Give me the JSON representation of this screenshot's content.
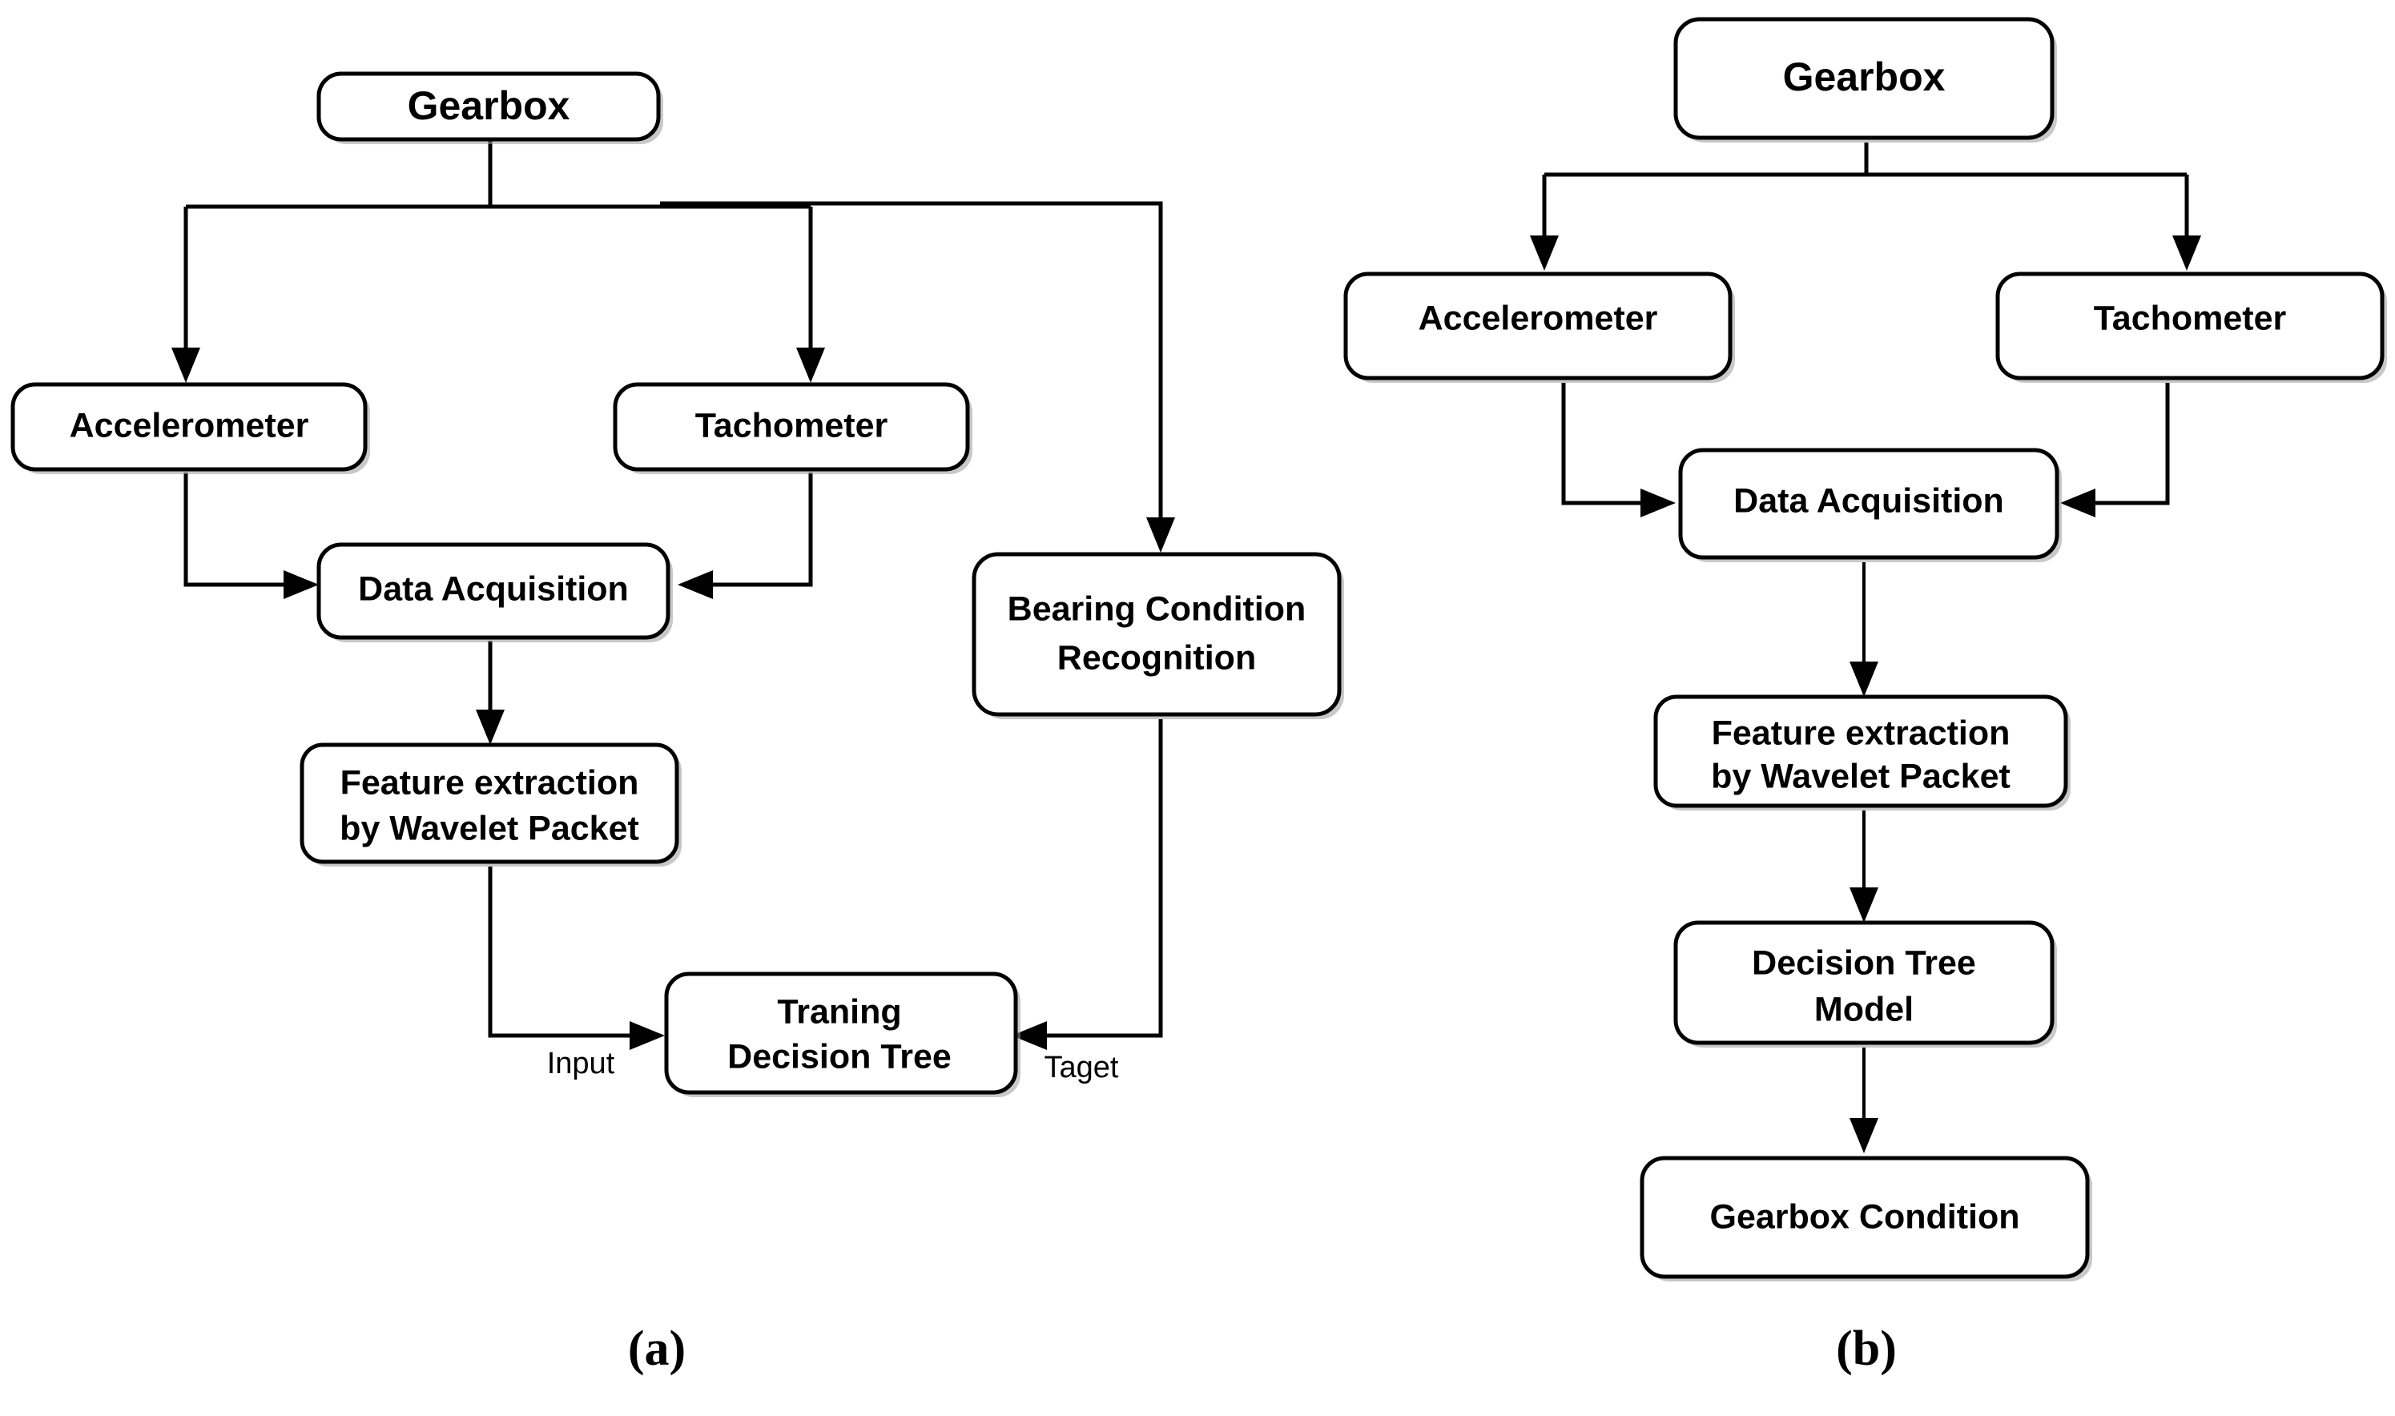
{
  "figure": {
    "background_color": "#ffffff",
    "line_color": "#000000",
    "box_fill_color": "#ffffff",
    "panels": [
      {
        "id": "panel-a",
        "caption": "(a)",
        "nodes": [
          {
            "id": "a-gearbox",
            "label": "Gearbox"
          },
          {
            "id": "a-accelerometer",
            "label": "Accelerometer"
          },
          {
            "id": "a-tachometer",
            "label": "Tachometer"
          },
          {
            "id": "a-data-acquisition",
            "label": "Data Acquisition"
          },
          {
            "id": "a-bearing-line1",
            "label": "Bearing Condition"
          },
          {
            "id": "a-bearing-line2",
            "label": "Recognition"
          },
          {
            "id": "a-feature-line1",
            "label": "Feature extraction"
          },
          {
            "id": "a-feature-line2",
            "label": "by Wavelet Packet"
          },
          {
            "id": "a-training-line1",
            "label": "Traning"
          },
          {
            "id": "a-training-line2",
            "label": "Decision Tree"
          }
        ],
        "edge_labels": [
          {
            "id": "a-input-label",
            "label": "Input"
          },
          {
            "id": "a-target-label",
            "label": "Taget"
          }
        ]
      },
      {
        "id": "panel-b",
        "caption": "(b)",
        "nodes": [
          {
            "id": "b-gearbox",
            "label": "Gearbox"
          },
          {
            "id": "b-accelerometer",
            "label": "Accelerometer"
          },
          {
            "id": "b-tachometer",
            "label": "Tachometer"
          },
          {
            "id": "b-data-acquisition",
            "label": "Data Acquisition"
          },
          {
            "id": "b-feature-line1",
            "label": "Feature extraction"
          },
          {
            "id": "b-feature-line2",
            "label": "by Wavelet Packet"
          },
          {
            "id": "b-decision-line1",
            "label": "Decision Tree"
          },
          {
            "id": "b-decision-line2",
            "label": "Model"
          },
          {
            "id": "b-gearbox-condition",
            "label": "Gearbox Condition"
          }
        ],
        "edge_labels": []
      }
    ]
  }
}
